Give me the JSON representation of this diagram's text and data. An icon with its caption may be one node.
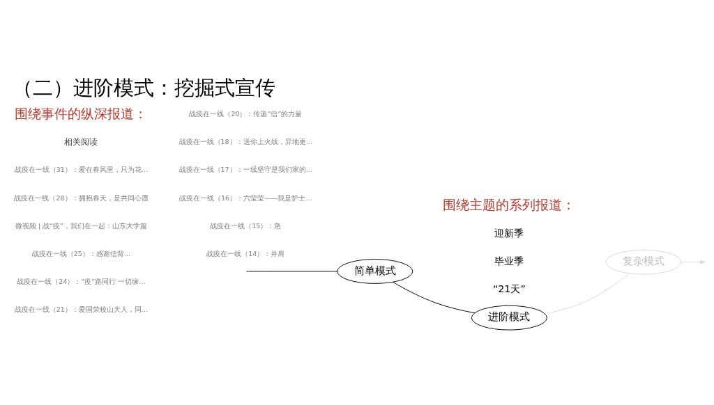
{
  "diagram": {
    "title": "（二）进阶模式：挖掘式宣传",
    "nodes": [
      {
        "text": [
          "简单模式"
        ]
      },
      {
        "text": [
          "进阶模式"
        ]
      },
      {
        "text": [
          "复杂模式"
        ]
      }
    ],
    "edges": [
      {
        "from": null,
        "to": 0,
        "arrow": "none"
      },
      {
        "from": 0,
        "to": 1,
        "arrow": "none"
      },
      {
        "from": 1,
        "to": 2,
        "arrow": "none",
        "color": "#d9d9d9"
      },
      {
        "from": 2,
        "to": null,
        "arrow": "to",
        "color": "#d9d9d9"
      }
    ],
    "labels": [
      "围绕事件的纵深报道：",
      "相关阅读",
      "战疫在一线（31）：爱在春风里，只为花…",
      "战疫在一线（20）：传递“信”的力量",
      "战疫在一线（28）：拥抱春天，是共同心愿",
      "战疫在一线（18）：送你上火线，异地更…",
      "微视频 | 战“疫”，我们在一起：山东大学篇",
      "战疫在一线（17）：一线坚守是我们家的…",
      "战疫在一线（25）：感谢信背…",
      "战疫在一线（16）：六莹莹——我是护士…",
      "战疫在一线（24）：“疫”路同行 一切缘…",
      "战疫在一线（15）：急",
      "战疫在一线（21）：爱国荣校山大人，同…",
      "战疫在一线（14）：并肩",
      "围绕主题的系列报道：",
      "迎新季",
      "毕业季",
      "“21天”"
    ]
  }
}
